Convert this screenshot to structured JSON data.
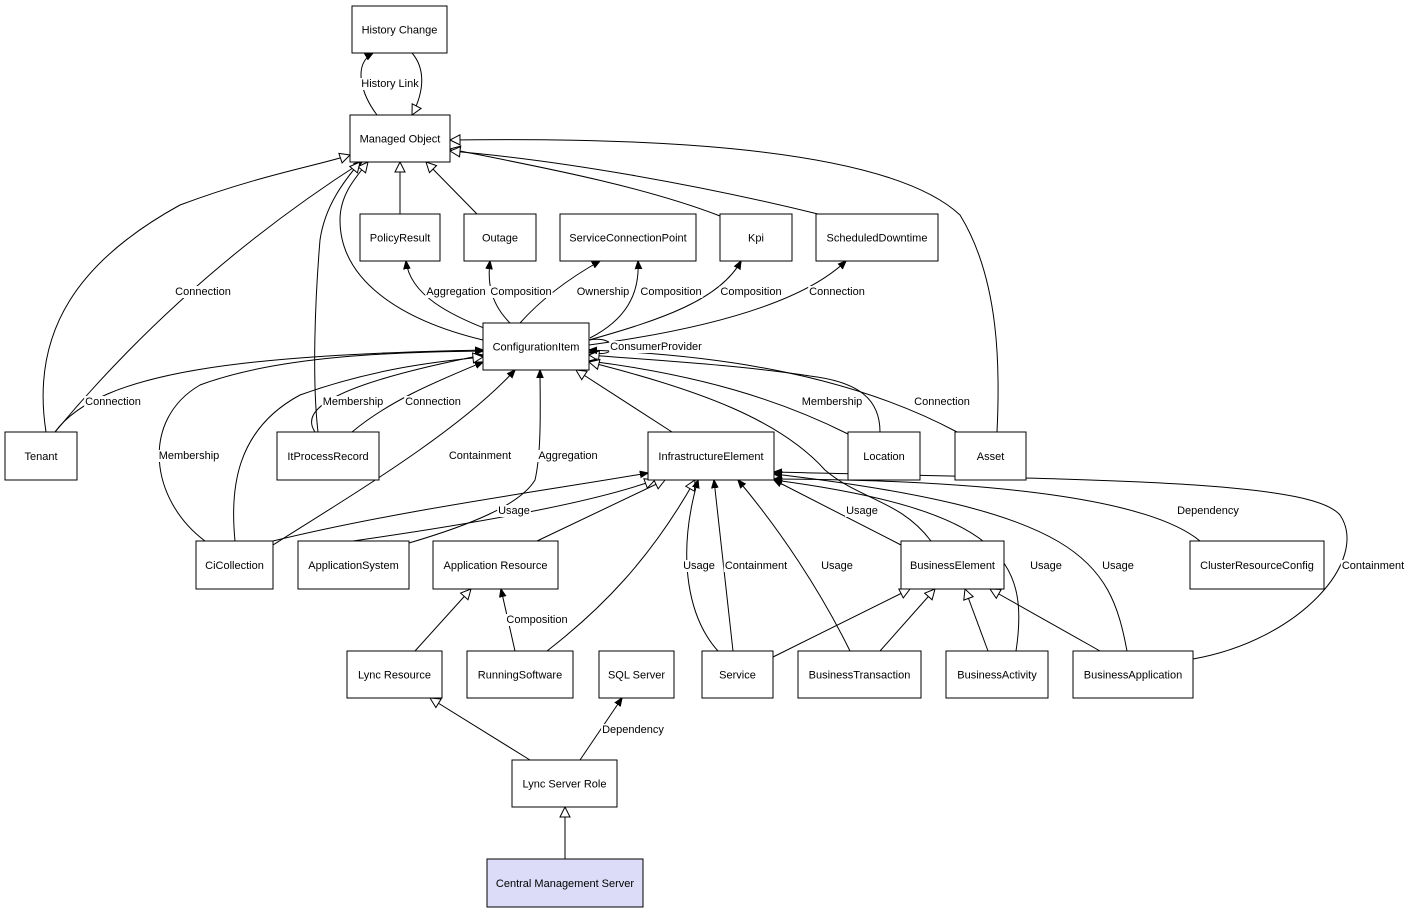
{
  "diagram": {
    "colors": {
      "node_fill": "#ffffff",
      "highlight_fill": "#dcdcf8",
      "line": "#000000"
    },
    "nodes": [
      {
        "id": "history-change",
        "label": "History Change"
      },
      {
        "id": "managed-object",
        "label": "Managed Object"
      },
      {
        "id": "policy-result",
        "label": "PolicyResult"
      },
      {
        "id": "outage",
        "label": "Outage"
      },
      {
        "id": "service-connection-point",
        "label": "ServiceConnectionPoint"
      },
      {
        "id": "kpi",
        "label": "Kpi"
      },
      {
        "id": "scheduled-downtime",
        "label": "ScheduledDowntime"
      },
      {
        "id": "configuration-item",
        "label": "ConfigurationItem"
      },
      {
        "id": "tenant",
        "label": "Tenant"
      },
      {
        "id": "it-process-record",
        "label": "ItProcessRecord"
      },
      {
        "id": "infrastructure-element",
        "label": "InfrastructureElement"
      },
      {
        "id": "location",
        "label": "Location"
      },
      {
        "id": "asset",
        "label": "Asset"
      },
      {
        "id": "ci-collection",
        "label": "CiCollection"
      },
      {
        "id": "application-system",
        "label": "ApplicationSystem"
      },
      {
        "id": "application-resource",
        "label": "Application Resource"
      },
      {
        "id": "business-element",
        "label": "BusinessElement"
      },
      {
        "id": "cluster-resource-config",
        "label": "ClusterResourceConfig"
      },
      {
        "id": "lync-resource",
        "label": "Lync Resource"
      },
      {
        "id": "running-software",
        "label": "RunningSoftware"
      },
      {
        "id": "sql-server",
        "label": "SQL Server"
      },
      {
        "id": "service",
        "label": "Service"
      },
      {
        "id": "business-transaction",
        "label": "BusinessTransaction"
      },
      {
        "id": "business-activity",
        "label": "BusinessActivity"
      },
      {
        "id": "business-application",
        "label": "BusinessApplication"
      },
      {
        "id": "lync-server-role",
        "label": "Lync Server Role"
      },
      {
        "id": "central-management-server",
        "label": "Central Management Server",
        "highlight": true
      }
    ],
    "edges": [
      {
        "id": "e-history-link",
        "from": "managed-object",
        "to": "history-change",
        "kind": "association",
        "label": "History Link"
      },
      {
        "id": "e-history-inherit",
        "from": "history-change",
        "to": "managed-object",
        "kind": "inheritance"
      },
      {
        "id": "e-policyresult-mo",
        "from": "policy-result",
        "to": "managed-object",
        "kind": "inheritance"
      },
      {
        "id": "e-outage-mo",
        "from": "outage",
        "to": "managed-object",
        "kind": "inheritance"
      },
      {
        "id": "e-kpi-mo",
        "from": "kpi",
        "to": "managed-object",
        "kind": "inheritance"
      },
      {
        "id": "e-sdt-mo",
        "from": "scheduled-downtime",
        "to": "managed-object",
        "kind": "inheritance"
      },
      {
        "id": "e-asset-mo",
        "from": "asset",
        "to": "managed-object",
        "kind": "inheritance"
      },
      {
        "id": "e-ci-mo",
        "from": "configuration-item",
        "to": "managed-object",
        "kind": "inheritance"
      },
      {
        "id": "e-tenant-mo",
        "from": "tenant",
        "to": "managed-object",
        "kind": "inheritance"
      },
      {
        "id": "e-tenant-mo-conn",
        "from": "tenant",
        "to": "managed-object",
        "kind": "association",
        "label": "Connection"
      },
      {
        "id": "e-itpr-mo",
        "from": "it-process-record",
        "to": "managed-object",
        "kind": "inheritance"
      },
      {
        "id": "e-ci-policyresult",
        "from": "configuration-item",
        "to": "policy-result",
        "kind": "association",
        "label": "Aggregation"
      },
      {
        "id": "e-ci-outage",
        "from": "configuration-item",
        "to": "outage",
        "kind": "association",
        "label": "Composition"
      },
      {
        "id": "e-ci-scp-own",
        "from": "configuration-item",
        "to": "service-connection-point",
        "kind": "association",
        "label": "Ownership"
      },
      {
        "id": "e-ci-scp-comp",
        "from": "configuration-item",
        "to": "service-connection-point",
        "kind": "association",
        "label": "Composition"
      },
      {
        "id": "e-ci-kpi",
        "from": "configuration-item",
        "to": "kpi",
        "kind": "association",
        "label": "Composition"
      },
      {
        "id": "e-ci-sdt",
        "from": "configuration-item",
        "to": "scheduled-downtime",
        "kind": "association",
        "label": "Connection"
      },
      {
        "id": "e-ci-self",
        "from": "configuration-item",
        "to": "configuration-item",
        "kind": "association",
        "label": "ConsumerProvider"
      },
      {
        "id": "e-tenant-ci",
        "from": "tenant",
        "to": "configuration-item",
        "kind": "association",
        "label": "Connection"
      },
      {
        "id": "e-itpr-ci-mem",
        "from": "it-process-record",
        "to": "configuration-item",
        "kind": "association",
        "label": "Membership"
      },
      {
        "id": "e-itpr-ci-conn",
        "from": "it-process-record",
        "to": "configuration-item",
        "kind": "association",
        "label": "Connection"
      },
      {
        "id": "e-cic-ci-mem",
        "from": "ci-collection",
        "to": "configuration-item",
        "kind": "association",
        "label": "Membership"
      },
      {
        "id": "e-cic-ci-inh",
        "from": "ci-collection",
        "to": "configuration-item",
        "kind": "inheritance"
      },
      {
        "id": "e-cic-ci-cont",
        "from": "ci-collection",
        "to": "configuration-item",
        "kind": "association",
        "label": "Containment"
      },
      {
        "id": "e-appsys-ci",
        "from": "application-system",
        "to": "configuration-item",
        "kind": "association",
        "label": "Aggregation"
      },
      {
        "id": "e-ie-ci",
        "from": "infrastructure-element",
        "to": "configuration-item",
        "kind": "inheritance"
      },
      {
        "id": "e-location-ci-inh",
        "from": "location",
        "to": "configuration-item",
        "kind": "inheritance"
      },
      {
        "id": "e-location-ci-mem",
        "from": "location",
        "to": "configuration-item",
        "kind": "association",
        "label": "Membership"
      },
      {
        "id": "e-asset-ci",
        "from": "asset",
        "to": "configuration-item",
        "kind": "association",
        "label": "Connection"
      },
      {
        "id": "e-be-ci",
        "from": "business-element",
        "to": "configuration-item",
        "kind": "inheritance"
      },
      {
        "id": "e-cic-ie",
        "from": "ci-collection",
        "to": "infrastructure-element",
        "kind": "association",
        "label": "Usage"
      },
      {
        "id": "e-appsys-ie",
        "from": "application-system",
        "to": "infrastructure-element",
        "kind": "inheritance"
      },
      {
        "id": "e-appres-ie",
        "from": "application-resource",
        "to": "infrastructure-element",
        "kind": "inheritance"
      },
      {
        "id": "e-running-ie",
        "from": "running-software",
        "to": "infrastructure-element",
        "kind": "inheritance"
      },
      {
        "id": "e-service-ie-usage",
        "from": "service",
        "to": "infrastructure-element",
        "kind": "association",
        "label": "Usage"
      },
      {
        "id": "e-service-ie-cont",
        "from": "service",
        "to": "infrastructure-element",
        "kind": "association",
        "label": "Containment"
      },
      {
        "id": "e-bt-ie",
        "from": "business-transaction",
        "to": "infrastructure-element",
        "kind": "association",
        "label": "Usage"
      },
      {
        "id": "e-be-ie",
        "from": "business-element",
        "to": "infrastructure-element",
        "kind": "association",
        "label": "Usage"
      },
      {
        "id": "e-ba-ie",
        "from": "business-activity",
        "to": "infrastructure-element",
        "kind": "association",
        "label": "Usage"
      },
      {
        "id": "e-bapp-ie-usage",
        "from": "business-application",
        "to": "infrastructure-element",
        "kind": "association",
        "label": "Usage"
      },
      {
        "id": "e-crc-ie",
        "from": "cluster-resource-config",
        "to": "infrastructure-element",
        "kind": "association",
        "label": "Dependency"
      },
      {
        "id": "e-bapp-ie-cont",
        "from": "business-application",
        "to": "infrastructure-element",
        "kind": "association",
        "label": "Containment"
      },
      {
        "id": "e-lync-appres",
        "from": "lync-resource",
        "to": "application-resource",
        "kind": "inheritance"
      },
      {
        "id": "e-running-appres",
        "from": "running-software",
        "to": "application-resource",
        "kind": "association",
        "label": "Composition"
      },
      {
        "id": "e-service-be",
        "from": "service",
        "to": "business-element",
        "kind": "inheritance"
      },
      {
        "id": "e-bt-be",
        "from": "business-transaction",
        "to": "business-element",
        "kind": "inheritance"
      },
      {
        "id": "e-ba-be",
        "from": "business-activity",
        "to": "business-element",
        "kind": "inheritance"
      },
      {
        "id": "e-bapp-be",
        "from": "business-application",
        "to": "business-element",
        "kind": "inheritance"
      },
      {
        "id": "e-lsr-lync",
        "from": "lync-server-role",
        "to": "lync-resource",
        "kind": "inheritance"
      },
      {
        "id": "e-lsr-sql",
        "from": "lync-server-role",
        "to": "sql-server",
        "kind": "association",
        "label": "Dependency"
      },
      {
        "id": "e-cms-lsr",
        "from": "central-management-server",
        "to": "lync-server-role",
        "kind": "inheritance"
      }
    ]
  }
}
